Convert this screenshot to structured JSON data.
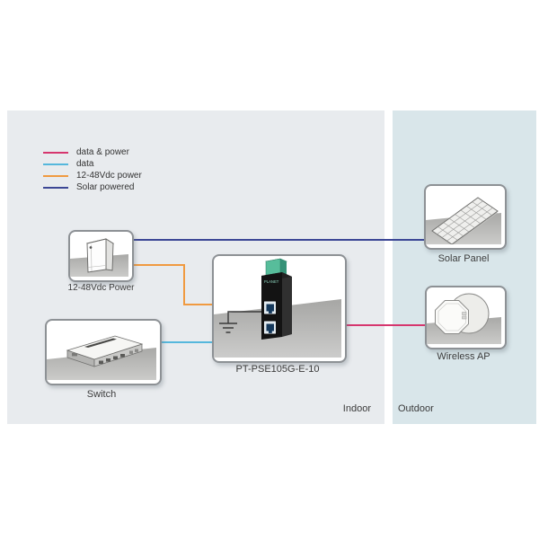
{
  "colors": {
    "data_and_power": "#d6366e",
    "data": "#55b7dc",
    "dc_power": "#f09a40",
    "solar_powered": "#3c4795",
    "indoor_panel": "#e8ebee",
    "outdoor_panel": "#d9e6ea"
  },
  "legend": {
    "items": [
      {
        "label": "data & power"
      },
      {
        "label": "data"
      },
      {
        "label": "12-48Vdc power"
      },
      {
        "label": "Solar powered"
      }
    ]
  },
  "zones": {
    "indoor_label": "Indoor",
    "outdoor_label": "Outdoor"
  },
  "nodes": {
    "power_supply": {
      "label": "12-48Vdc Power"
    },
    "switch": {
      "label": "Switch"
    },
    "poe_injector": {
      "label": "PT-PSE105G-E-10"
    },
    "solar_panel": {
      "label": "Solar Panel"
    },
    "wireless_ap": {
      "label": "Wireless AP"
    }
  },
  "connections": [
    {
      "from": "12-48Vdc Power",
      "to": "Solar Panel",
      "type": "Solar powered"
    },
    {
      "from": "12-48Vdc Power",
      "to": "PT-PSE105G-E-10",
      "type": "12-48Vdc power"
    },
    {
      "from": "Switch",
      "to": "PT-PSE105G-E-10",
      "type": "data"
    },
    {
      "from": "PT-PSE105G-E-10",
      "to": "Wireless AP",
      "type": "data & power"
    }
  ]
}
